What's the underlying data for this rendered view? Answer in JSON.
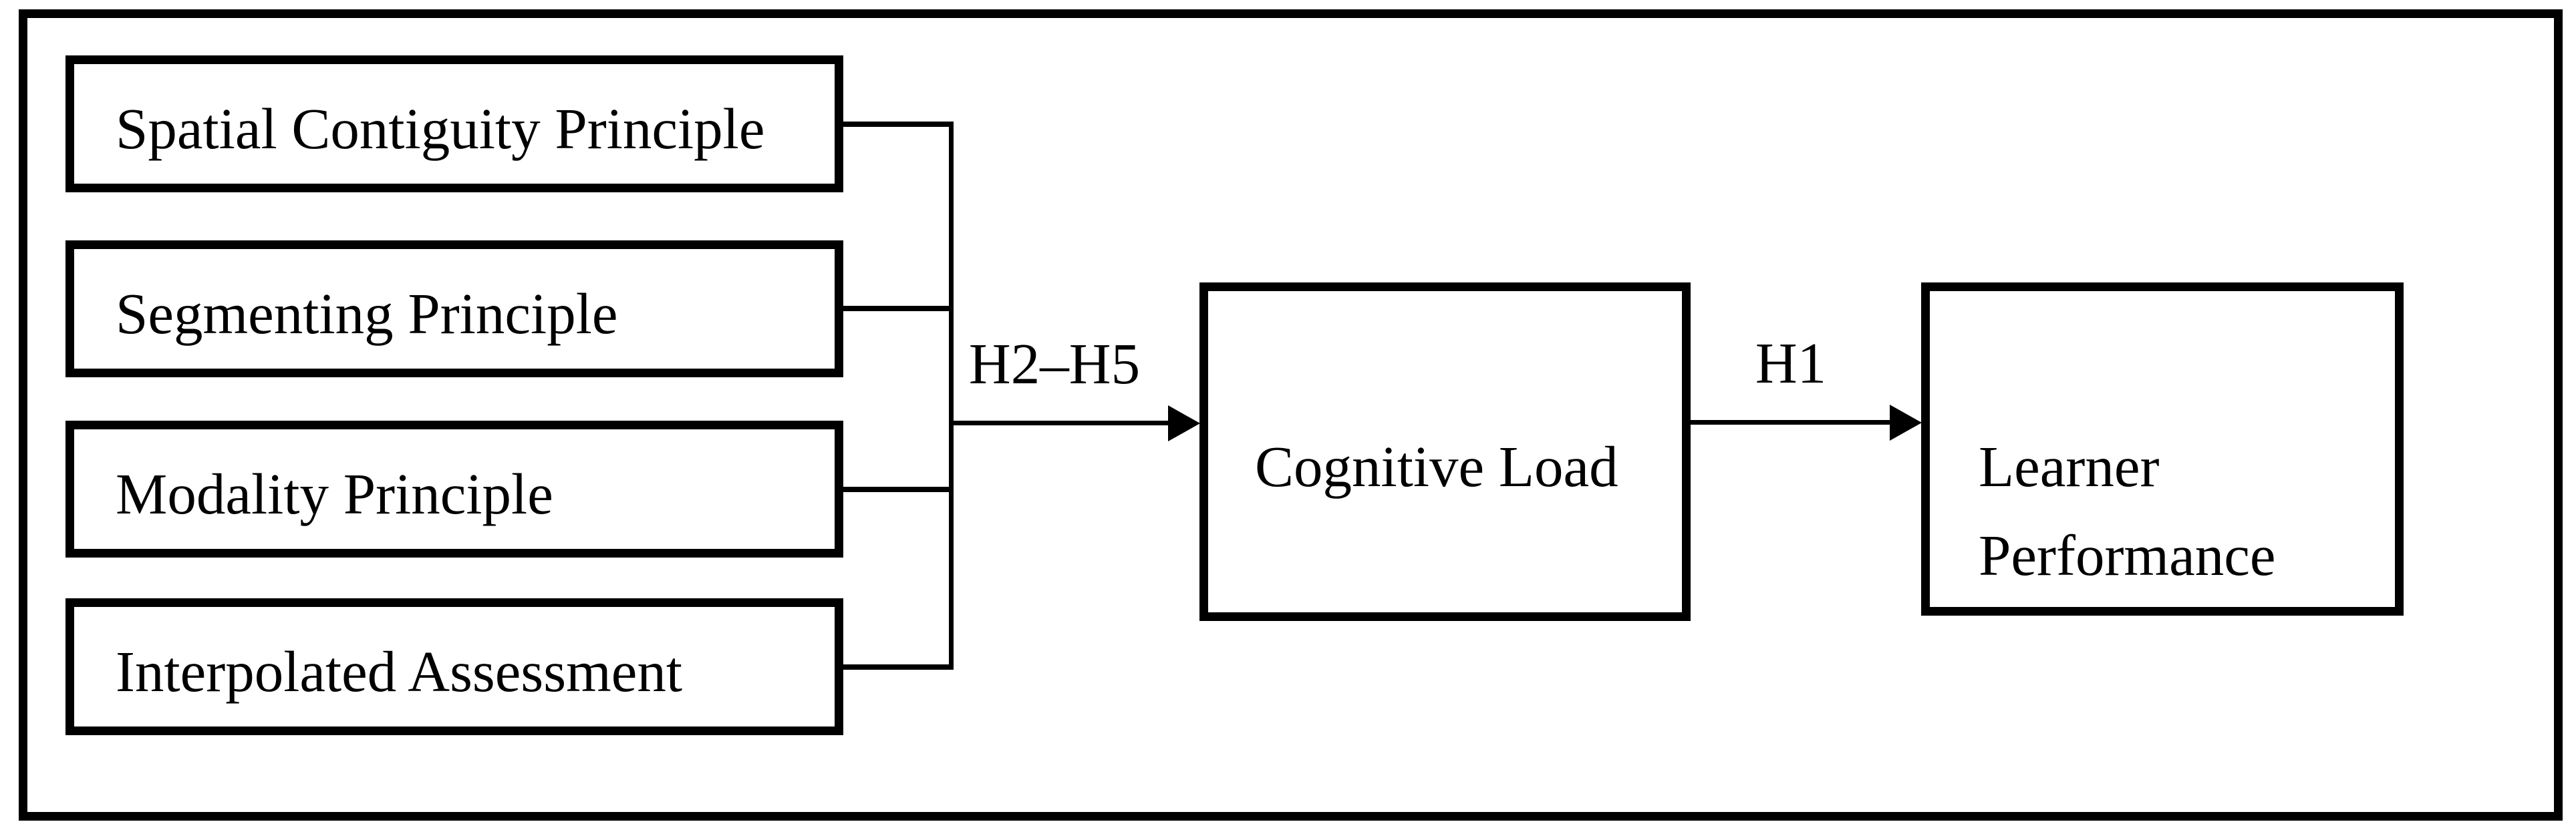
{
  "diagram": {
    "background_color": "#ffffff",
    "line_color": "#000000",
    "predictor_boxes": [
      {
        "label": "Spatial Contiguity Principle"
      },
      {
        "label": "Segmenting Principle"
      },
      {
        "label": "Modality Principle"
      },
      {
        "label": "Interpolated Assessment"
      }
    ],
    "mediator_box": {
      "label": "Cognitive Load"
    },
    "outcome_box": {
      "line1": "Learner",
      "line2": "Performance"
    },
    "arrow_labels": {
      "predictors_to_mediator": "H2–H5",
      "mediator_to_outcome": "H1"
    }
  }
}
